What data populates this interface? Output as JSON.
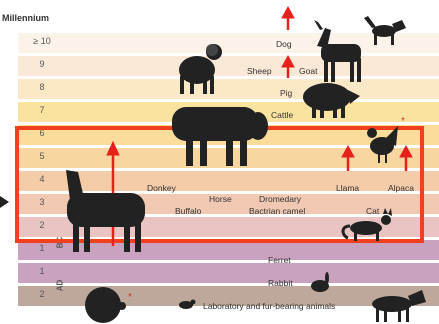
{
  "title": "Millennium",
  "eras": {
    "bc": "BC",
    "ad": "AD"
  },
  "bands": [
    {
      "label": "≥ 10",
      "color": "#fbf2e9"
    },
    {
      "label": "9",
      "color": "#fbe9d7"
    },
    {
      "label": "8",
      "color": "#fbe8c6"
    },
    {
      "label": "7",
      "color": "#fae39e"
    },
    {
      "label": "6",
      "color": "#fbdc9a"
    },
    {
      "label": "5",
      "color": "#f8d6a0"
    },
    {
      "label": "4",
      "color": "#f5cca8"
    },
    {
      "label": "3",
      "color": "#f1c9b2"
    },
    {
      "label": "2",
      "color": "#e9c4c3"
    },
    {
      "label": "1",
      "color": "#c9a2c0"
    },
    {
      "label": "1",
      "color": "#c9a2c0"
    },
    {
      "label": "2",
      "color": "#bda89b"
    }
  ],
  "animals": {
    "dog": "Dog",
    "sheep": "Sheep",
    "goat": "Goat",
    "pig": "Pig",
    "cattle": "Cattle",
    "donkey": "Donkey",
    "horse": "Horse",
    "dromedary": "Dromedary",
    "llama": "Llama",
    "alpaca": "Alpaca",
    "buffalo": "Buffalo",
    "bactrian_camel": "Bactrian camel",
    "cat": "Cat",
    "ferret": "Ferret",
    "rabbit": "Rabbit",
    "lab_animals": "Laboratory and fur-bearing animals"
  },
  "colors": {
    "highlight": "#f0401c",
    "arrow": "#e8201a",
    "silhouette": "#222222",
    "asterisk": "#c0392b"
  }
}
